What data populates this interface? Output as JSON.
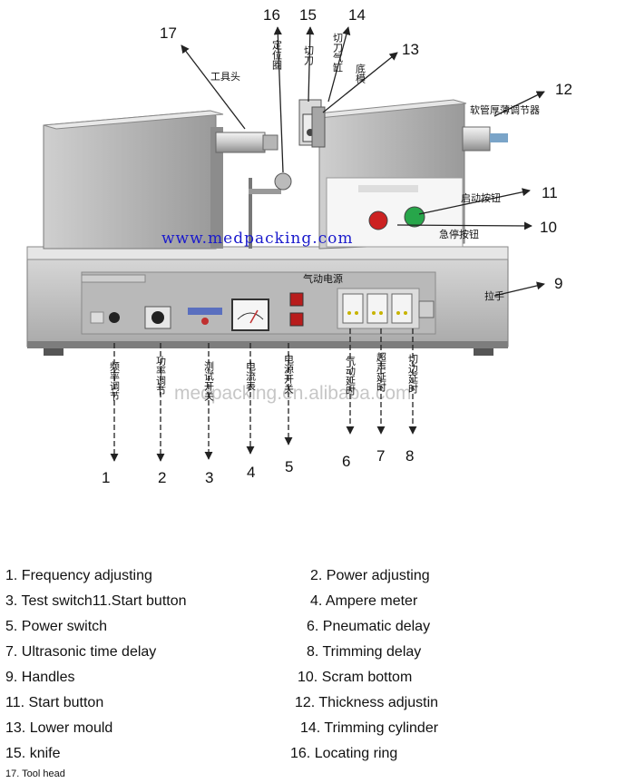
{
  "callouts": {
    "n1": "1",
    "n2": "2",
    "n3": "3",
    "n4": "4",
    "n5": "5",
    "n6": "6",
    "n7": "7",
    "n8": "8",
    "n9": "9",
    "n10": "10",
    "n11": "11",
    "n12": "12",
    "n13": "13",
    "n14": "14",
    "n15": "15",
    "n16": "16",
    "n17": "17"
  },
  "cn_labels": {
    "tool_head": "工具头",
    "locating": "定位圈",
    "knife": "切刀",
    "cylinder": "切刀气缸",
    "bottom_mould": "底模",
    "thickness": "软管厚薄调节器",
    "start": "启动按钮",
    "emergency": "急停按钮",
    "handle": "拉手",
    "pneumatic_power": "气动电源",
    "freq": "频率调节",
    "power_adj": "功率调节",
    "test": "测试开关",
    "ammeter": "电流表",
    "power_switch": "电源开关",
    "pneu_delay": "气动延时",
    "ultra_delay": "超声延时",
    "trim_delay": "切边延时"
  },
  "watermarks": {
    "top": "www.medpacking.com",
    "mid": "medpacking.en.alibaba.com"
  },
  "legend": [
    "1. Frequency adjusting",
    "2. Power adjusting",
    "3. Test switch11.Start button",
    "4. Ampere meter",
    "5. Power switch",
    "6. Pneumatic delay",
    "7. Ultrasonic time delay",
    "8. Trimming delay",
    "9. Handles",
    "10. Scram bottom",
    "11. Start button",
    "12. Thickness adjustin",
    "13. Lower mould",
    "14. Trimming cylinder",
    "15. knife",
    "16. Locating ring",
    "17. Tool head"
  ]
}
